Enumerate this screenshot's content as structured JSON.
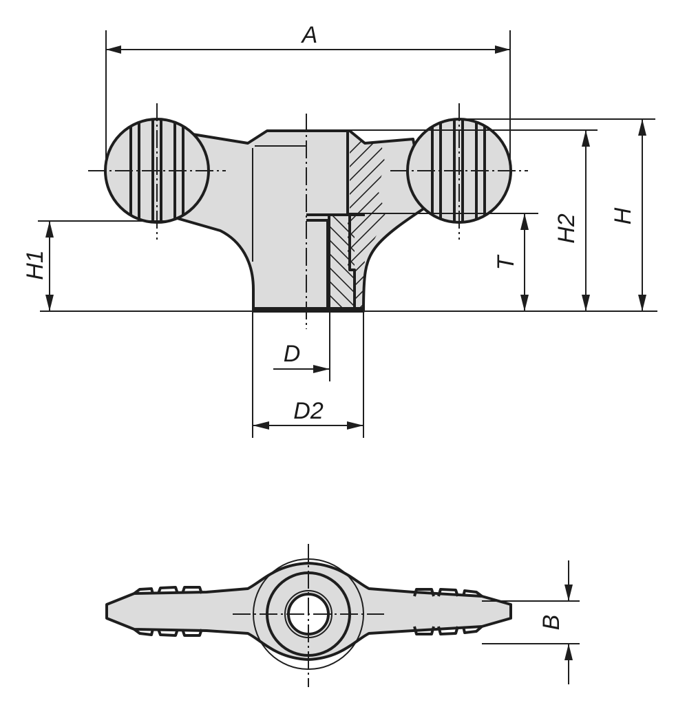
{
  "drawing": {
    "title": "Wing nut / wing knob dimensional drawing",
    "colors": {
      "part_fill": "#dcdcdc",
      "line": "#1e1e1e",
      "background": "#ffffff"
    },
    "front_view": {
      "dimensions": {
        "A": "A",
        "H": "H",
        "H1": "H1",
        "H2": "H2",
        "T": "T",
        "D": "D",
        "D2": "D2"
      }
    },
    "top_view": {
      "dimensions": {
        "B": "B"
      }
    }
  }
}
